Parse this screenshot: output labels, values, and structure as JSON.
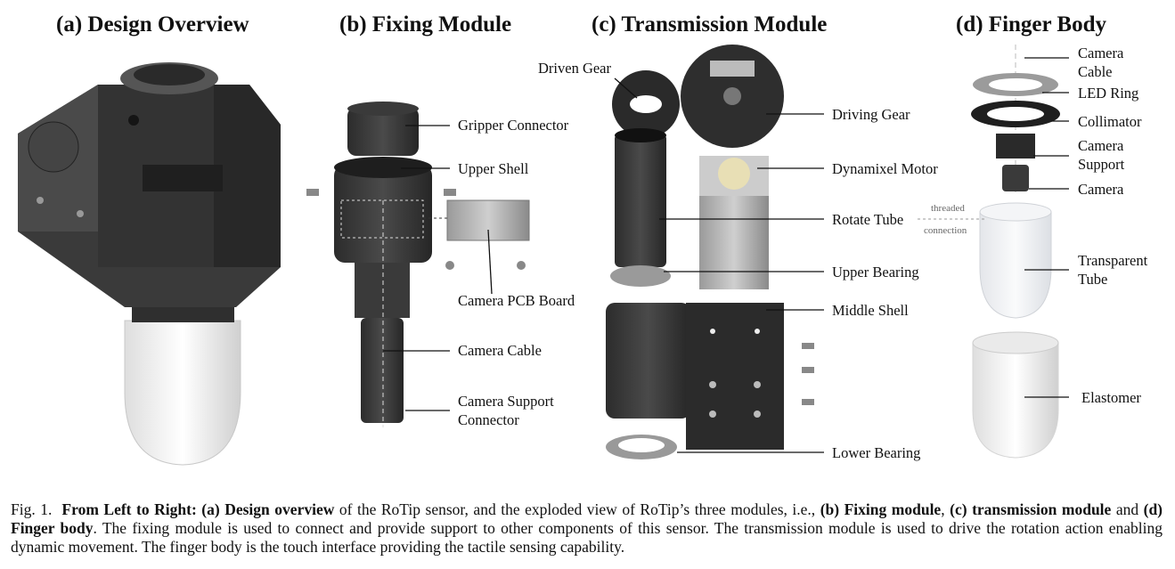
{
  "panels": {
    "a": {
      "title": "(a) Design Overview"
    },
    "b": {
      "title": "(b) Fixing Module",
      "labels": {
        "gripper_connector": "Gripper Connector",
        "upper_shell": "Upper Shell",
        "camera_pcb_board": "Camera PCB Board",
        "camera_cable": "Camera Cable",
        "camera_support_connector_1": "Camera Support",
        "camera_support_connector_2": "Connector"
      }
    },
    "c": {
      "title": "(c) Transmission Module",
      "labels": {
        "driven_gear": "Driven Gear",
        "driving_gear": "Driving Gear",
        "dynamixel_motor": "Dynamixel Motor",
        "rotate_tube": "Rotate Tube",
        "upper_bearing": "Upper Bearing",
        "middle_shell": "Middle Shell",
        "lower_bearing": "Lower Bearing"
      }
    },
    "d": {
      "title": "(d) Finger Body",
      "labels": {
        "camera_cable_1": "Camera",
        "camera_cable_2": "Cable",
        "led_ring": "LED Ring",
        "collimator": "Collimator",
        "camera_support_1": "Camera",
        "camera_support_2": "Support",
        "camera": "Camera",
        "transparent_tube_1": "Transparent",
        "transparent_tube_2": "Tube",
        "elastomer": "Elastomer",
        "threaded_1": "threaded",
        "threaded_2": "connection"
      }
    }
  },
  "caption": {
    "fig": "Fig. 1.",
    "p1": "From Left to Right: (a) Design overview",
    "p2": " of the RoTip sensor, and the exploded view of RoTip’s three modules, i.e., ",
    "p3": "(b) Fixing module",
    "p4": ", ",
    "p5": "(c) transmission module",
    "p6": " and ",
    "p7": "(d) Finger body",
    "p8": ". The fixing module is used to connect and provide support to other components of this sensor. The transmission module is used to drive the rotation action enabling dynamic movement. The finger body is the touch interface providing the tactile sensing capability."
  }
}
